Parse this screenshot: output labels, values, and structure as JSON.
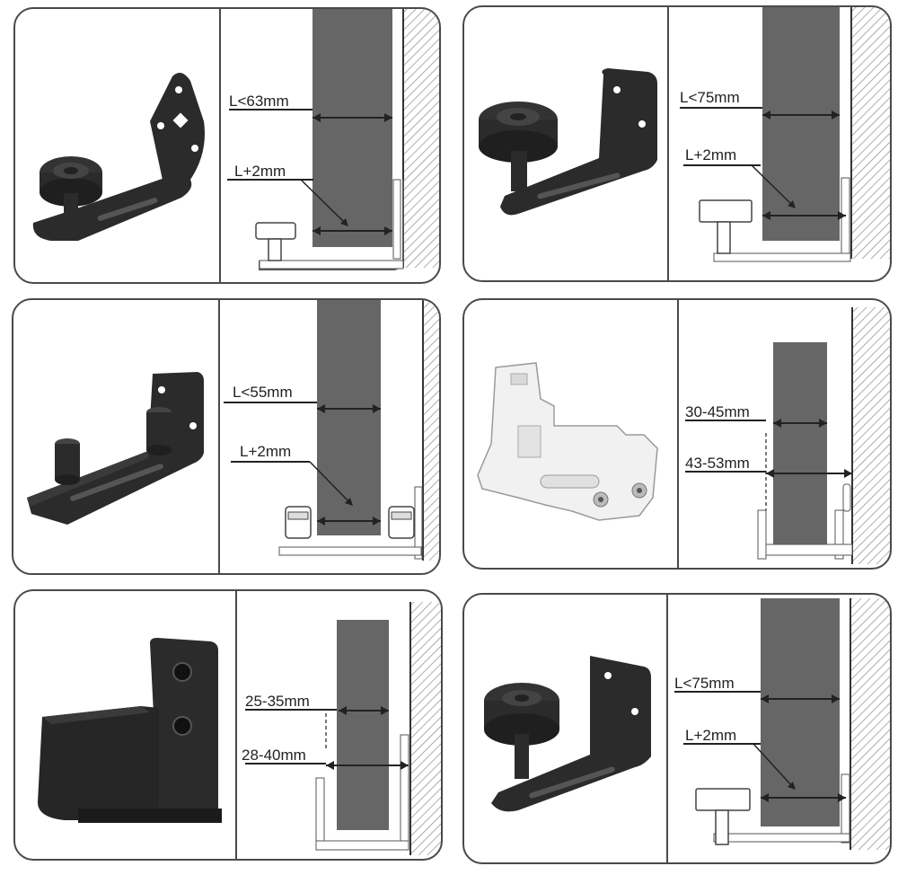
{
  "colors": {
    "door": "#666666",
    "hardware": "#2b2b2b",
    "white_guide": "#f1f1f1",
    "frame_stroke": "#4a4a4a",
    "wall_hatch": "#888888"
  },
  "icons": {
    "p1": "roller-guide-with-diamond-bracket-icon",
    "p2": "roller-guide-with-square-plate-icon",
    "p3": "twin-roller-guide-icon",
    "p4": "white-plastic-guide-icon",
    "p5": "u-channel-guide-icon",
    "p6": "roller-guide-with-square-plate-icon"
  },
  "panels": [
    {
      "top": "L<63mm",
      "bottom": "L+2mm"
    },
    {
      "top": "L<75mm",
      "bottom": "L+2mm"
    },
    {
      "top": "L<55mm",
      "bottom": "L+2mm"
    },
    {
      "top": "30-45mm",
      "bottom": "43-53mm"
    },
    {
      "top": "25-35mm",
      "bottom": "28-40mm"
    },
    {
      "top": "L<75mm",
      "bottom": "L+2mm"
    }
  ]
}
